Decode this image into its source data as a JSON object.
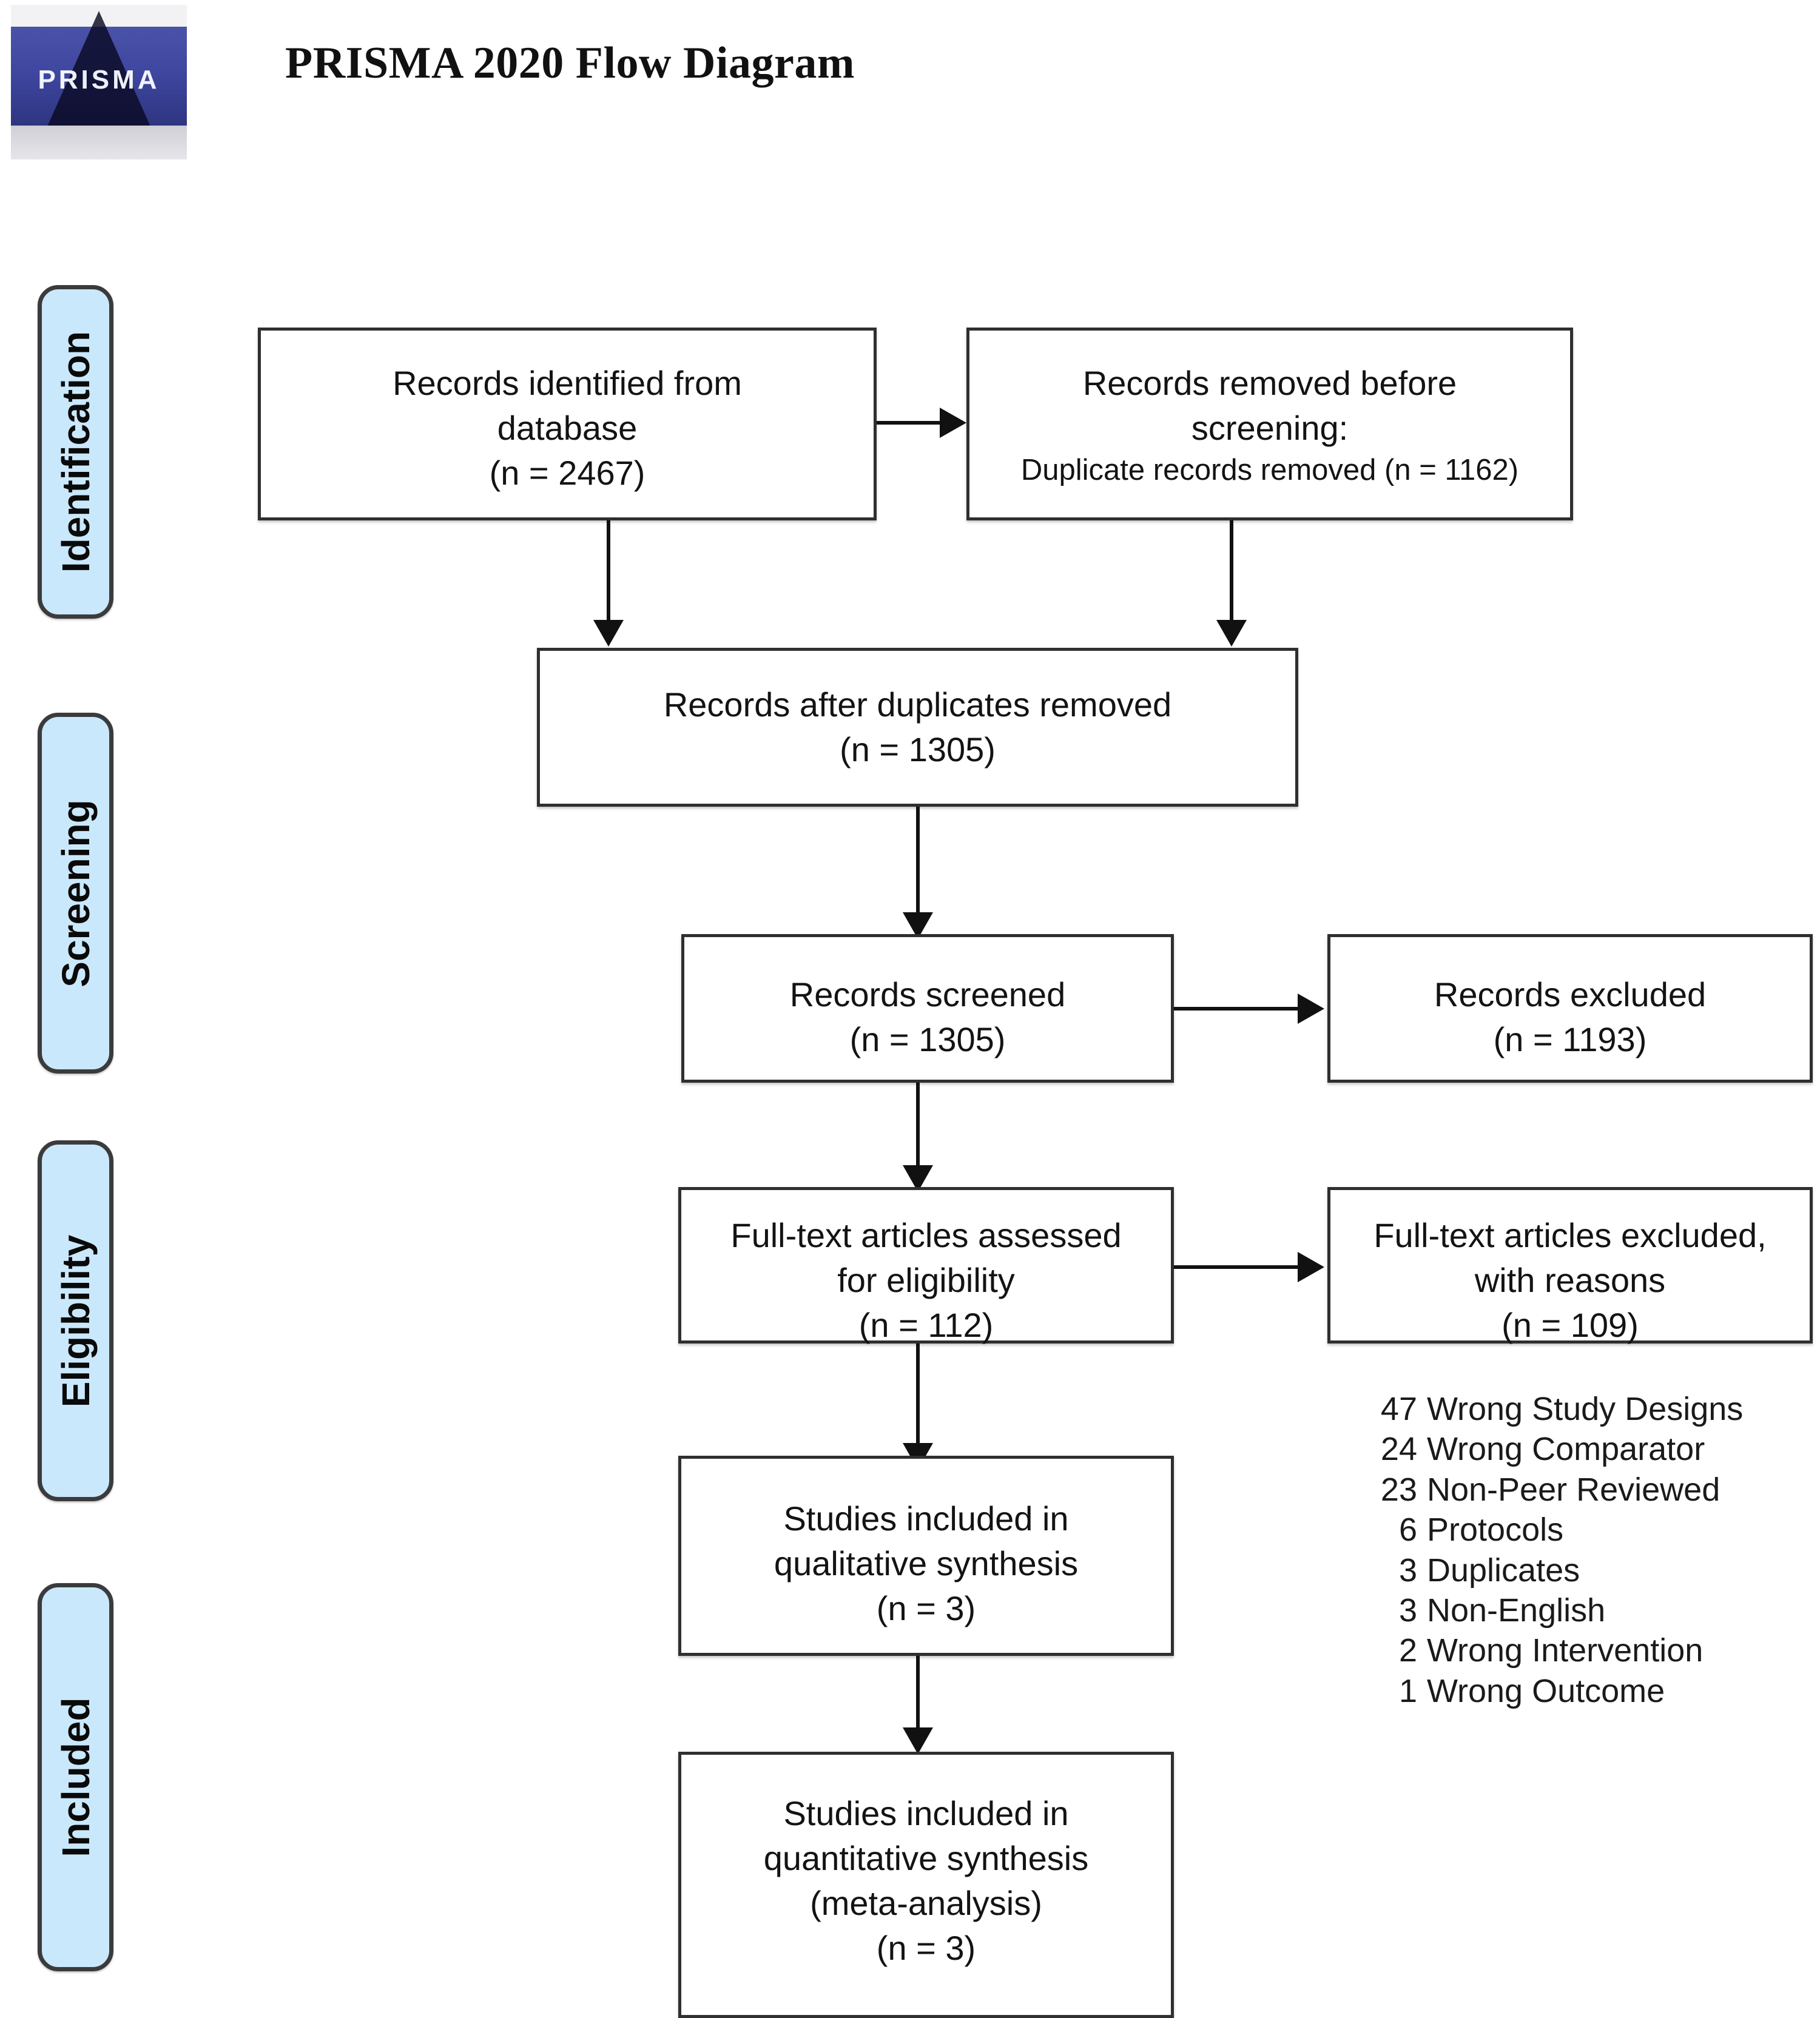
{
  "header": {
    "title": "PRISMA 2020 Flow Diagram",
    "logo_wordmark": "PRISMA",
    "logo_alt": "prisma-logo"
  },
  "phases": [
    {
      "id": "identification",
      "label": "Identification"
    },
    {
      "id": "screening",
      "label": "Screening"
    },
    {
      "id": "eligibility",
      "label": "Eligibility"
    },
    {
      "id": "included",
      "label": "Included"
    }
  ],
  "boxes": {
    "records_identified": {
      "line1": "Records identified from",
      "line2": "database",
      "line3": "(n = 2467)",
      "n": 2467
    },
    "records_removed": {
      "line1": "Records removed before",
      "line2": "screening:",
      "line3": "Duplicate records removed (n = 1162)",
      "n": 1162
    },
    "records_after_duplicates": {
      "line1": "Records after duplicates removed",
      "line2": "(n = 1305)",
      "n": 1305
    },
    "records_screened": {
      "line1": "Records screened",
      "line2": "(n = 1305)",
      "n": 1305
    },
    "records_excluded": {
      "line1": "Records excluded",
      "line2": "(n = 1193)",
      "n": 1193
    },
    "fulltext_assessed": {
      "line1": "Full-text articles assessed",
      "line2": "for eligibility",
      "line3": "(n = 112)",
      "n": 112
    },
    "fulltext_excluded": {
      "line1": "Full-text articles excluded,",
      "line2": "with reasons",
      "line3": "(n = 109)",
      "n": 109
    },
    "qualitative_synthesis": {
      "line1": "Studies included in",
      "line2": "qualitative synthesis",
      "line3": "(n = 3)",
      "n": 3
    },
    "quantitative_synthesis": {
      "line1": "Studies included in",
      "line2": "quantitative synthesis",
      "line3": "(meta-analysis)",
      "line4": "(n = 3)",
      "n": 3
    }
  },
  "exclusion_reasons": [
    {
      "count": "47",
      "reason": "Wrong Study Designs"
    },
    {
      "count": "24",
      "reason": "Wrong Comparator"
    },
    {
      "count": "23",
      "reason": "Non-Peer Reviewed"
    },
    {
      "count": "6",
      "reason": "Protocols"
    },
    {
      "count": "3",
      "reason": "Duplicates"
    },
    {
      "count": "3",
      "reason": "Non-English"
    },
    {
      "count": "2",
      "reason": "Wrong Intervention"
    },
    {
      "count": "1",
      "reason": "Wrong Outcome"
    }
  ],
  "colors": {
    "phase_fill": "#cae8fb",
    "phase_border": "#3b3b3d",
    "box_border": "#2f2f31",
    "connector": "#111111",
    "text": "#131313",
    "logo_blue": "#3f47a0"
  },
  "chart_data": {
    "type": "diagram",
    "title": "PRISMA 2020 Flow Diagram",
    "nodes": [
      {
        "id": "records_identified",
        "phase": "Identification",
        "label": "Records identified from database",
        "n": 2467
      },
      {
        "id": "records_removed",
        "phase": "Identification",
        "label": "Records removed before screening: Duplicate records removed",
        "n": 1162
      },
      {
        "id": "records_after_duplicates",
        "phase": "Screening",
        "label": "Records after duplicates removed",
        "n": 1305
      },
      {
        "id": "records_screened",
        "phase": "Screening",
        "label": "Records screened",
        "n": 1305
      },
      {
        "id": "records_excluded",
        "phase": "Screening",
        "label": "Records excluded",
        "n": 1193
      },
      {
        "id": "fulltext_assessed",
        "phase": "Eligibility",
        "label": "Full-text articles assessed for eligibility",
        "n": 112
      },
      {
        "id": "fulltext_excluded",
        "phase": "Eligibility",
        "label": "Full-text articles excluded, with reasons",
        "n": 109
      },
      {
        "id": "qualitative_synthesis",
        "phase": "Included",
        "label": "Studies included in qualitative synthesis",
        "n": 3
      },
      {
        "id": "quantitative_synthesis",
        "phase": "Included",
        "label": "Studies included in quantitative synthesis (meta-analysis)",
        "n": 3
      }
    ],
    "edges": [
      {
        "from": "records_identified",
        "to": "records_removed",
        "direction": "right"
      },
      {
        "from": "records_identified",
        "to": "records_after_duplicates",
        "direction": "down"
      },
      {
        "from": "records_removed",
        "to": "records_after_duplicates",
        "direction": "down"
      },
      {
        "from": "records_after_duplicates",
        "to": "records_screened",
        "direction": "down"
      },
      {
        "from": "records_screened",
        "to": "records_excluded",
        "direction": "right"
      },
      {
        "from": "records_screened",
        "to": "fulltext_assessed",
        "direction": "down"
      },
      {
        "from": "fulltext_assessed",
        "to": "fulltext_excluded",
        "direction": "right"
      },
      {
        "from": "fulltext_assessed",
        "to": "qualitative_synthesis",
        "direction": "down"
      },
      {
        "from": "qualitative_synthesis",
        "to": "quantitative_synthesis",
        "direction": "down"
      }
    ]
  }
}
